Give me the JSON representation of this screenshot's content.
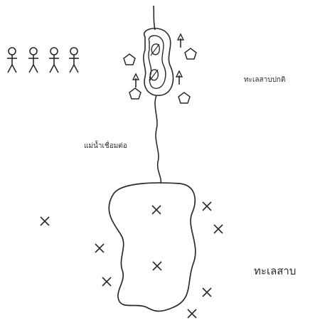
{
  "labels": {
    "top_region": "ทะเลสาบปกติ",
    "river": "แม่น้ำเชื่อมต่อ",
    "bottom_region": "ทะเลสาบ"
  },
  "legend": {
    "people_count": 4,
    "person_icon": "stick-figure-icon"
  },
  "icons": {
    "leaf": "leaf-icon",
    "pentagon": "pentagon-icon",
    "arrow_up": "arrow-up-icon",
    "cross": "x-mark-icon"
  },
  "colors": {
    "ink": "#2a2a2a",
    "background": "#ffffff"
  }
}
